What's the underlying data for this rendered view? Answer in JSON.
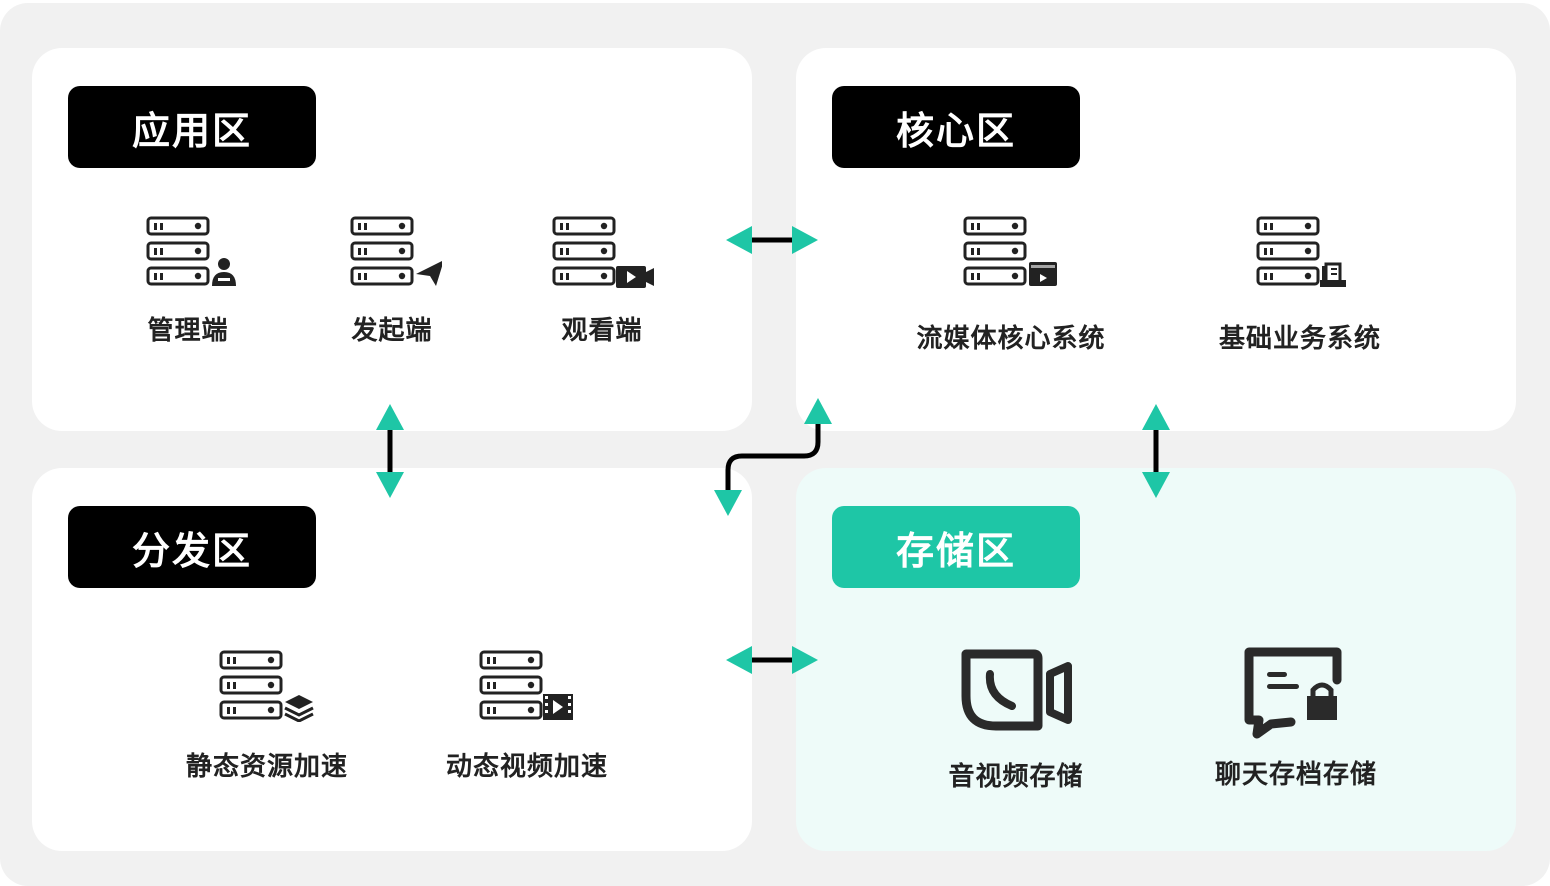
{
  "colors": {
    "accent": "#1ec6a6",
    "tag_dark": "#000000",
    "frame_bg": "#f1f1f1",
    "panel_bg": "#ffffff",
    "storage_panel_bg": "#eefbf9",
    "icon": "#222222"
  },
  "zones": {
    "app": {
      "title": "应用区",
      "nodes": [
        {
          "label": "管理端",
          "icon": "server-user-icon"
        },
        {
          "label": "发起端",
          "icon": "server-send-icon"
        },
        {
          "label": "观看端",
          "icon": "server-video-camera-icon"
        }
      ]
    },
    "core": {
      "title": "核心区",
      "nodes": [
        {
          "label": "流媒体核心系统",
          "icon": "server-media-player-icon"
        },
        {
          "label": "基础业务系统",
          "icon": "server-document-tray-icon"
        }
      ]
    },
    "distribution": {
      "title": "分发区",
      "nodes": [
        {
          "label": "静态资源加速",
          "icon": "server-layers-icon"
        },
        {
          "label": "动态视频加速",
          "icon": "server-film-icon"
        }
      ]
    },
    "storage": {
      "title": "存储区",
      "nodes": [
        {
          "label": "音视频存储",
          "icon": "video-call-icon"
        },
        {
          "label": "聊天存档存储",
          "icon": "chat-lock-icon"
        }
      ]
    }
  },
  "connections": [
    {
      "from": "应用区",
      "to": "核心区",
      "type": "bidirectional"
    },
    {
      "from": "应用区",
      "to": "分发区",
      "type": "bidirectional"
    },
    {
      "from": "核心区",
      "to": "存储区",
      "type": "bidirectional"
    },
    {
      "from": "分发区",
      "to": "存储区",
      "type": "bidirectional"
    },
    {
      "from": "核心区",
      "to": "分发区",
      "type": "bidirectional"
    }
  ]
}
